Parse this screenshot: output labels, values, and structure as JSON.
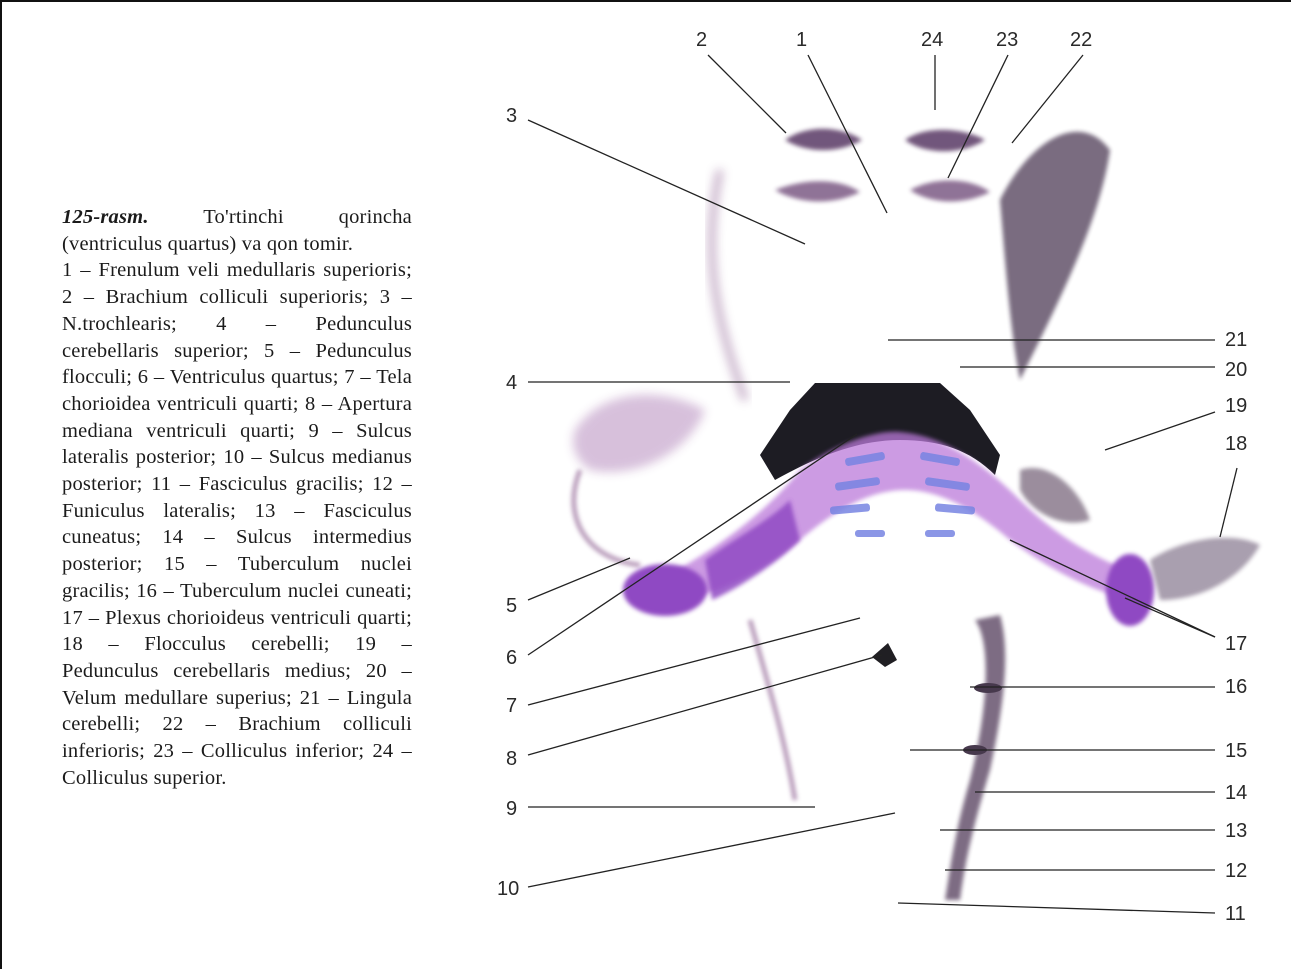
{
  "caption": {
    "figure_number": "125-rasm.",
    "title": "To'rtinchi qorincha (ventriculus quartus) va qon tomir.",
    "legend": "1 – Frenulum veli medullaris superioris; 2 – Brachium colliculi superioris; 3 – N.trochlearis; 4 – Pedunculus cerebellaris superior; 5 – Pedunculus flocculi; 6 – Ventriculus quartus; 7 – Tela chorioidea ventriculi quarti; 8 – Apertura mediana ventriculi quarti; 9 – Sulcus lateralis posterior; 10 – Sulcus medianus posterior; 11 – Fasciculus gracilis; 12 – Funiculus lateralis; 13 – Fasciculus cuneatus; 14 – Sulcus intermedius posterior; 15 – Tuberculum nuclei gracilis; 16 – Tuberculum nuclei cuneati; 17 – Plexus chorioideus ventriculi quarti; 18 – Flocculus cerebelli; 19 – Pedunculus cerebellaris medius; 20 – Velum medullare superius; 21 – Lingula cerebelli; 22 – Brachium colliculi inferioris; 23 – Colliculus inferior; 24 – Colliculus superior."
  },
  "labels": {
    "l1": "1",
    "l2": "2",
    "l3": "3",
    "l4": "4",
    "l5": "5",
    "l6": "6",
    "l7": "7",
    "l8": "8",
    "l9": "9",
    "l10": "10",
    "l11": "11",
    "l12": "12",
    "l13": "13",
    "l14": "14",
    "l15": "15",
    "l16": "16",
    "l17": "17",
    "l18": "18",
    "l19": "19",
    "l20": "20",
    "l21": "21",
    "l22": "22",
    "l23": "23",
    "l24": "24"
  },
  "colors": {
    "ventricle": "#111018",
    "plexus": "#8a3fc0",
    "plexus_light": "#c47adf",
    "nerve_tissue": "#6a4e74",
    "tissue_shadow": "#b79ab9"
  }
}
